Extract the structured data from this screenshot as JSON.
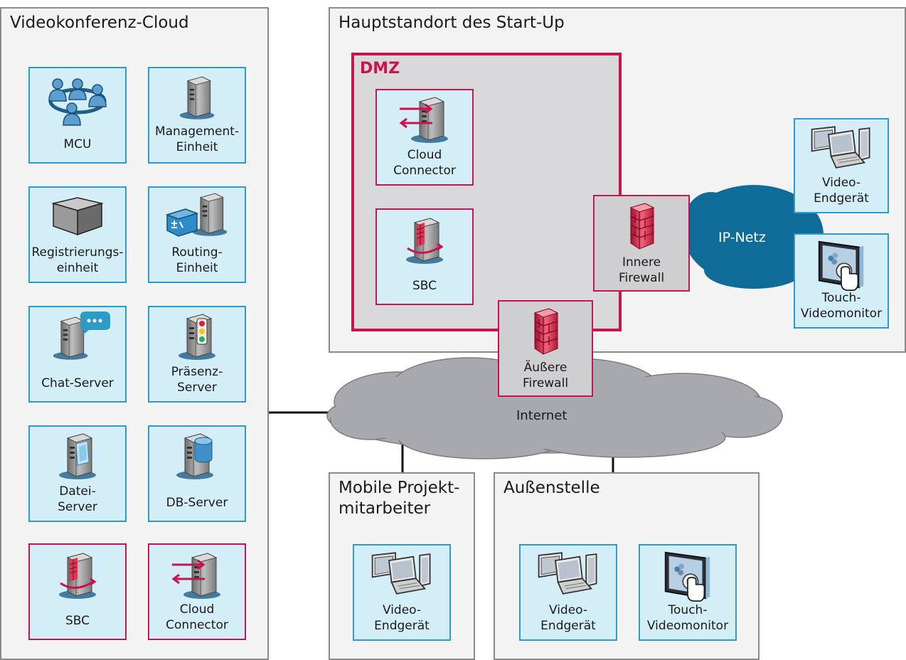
{
  "colors": {
    "accent": "#c8144e",
    "node_border": "#2e9bc6",
    "node_fill": "#d4eef8",
    "ip_net": "#0f6b98",
    "internet": "#a8a9ae"
  },
  "groups": {
    "cloud": "Videokonferenz-Cloud",
    "hq": "Hauptstandort des Start-Up",
    "mobile": "Mobile Projekt-\nmitarbeiter",
    "remote": "Außenstelle"
  },
  "dmz_label": "DMZ",
  "networks": {
    "internet": "Internet",
    "ip": "IP-Netz"
  },
  "cloud_nodes": {
    "mcu": {
      "label": "MCU",
      "icon": "users-icon"
    },
    "management": {
      "label": "Management-\nEinheit",
      "icon": "server-icon"
    },
    "registration": {
      "label": "Registrierungs-\neinheit",
      "icon": "box-icon"
    },
    "routing": {
      "label": "Routing-\nEinheit",
      "icon": "router-server-icon"
    },
    "chat": {
      "label": "Chat-Server",
      "icon": "chat-server-icon"
    },
    "presence": {
      "label": "Präsenz-\nServer",
      "icon": "traffic-light-server-icon"
    },
    "file": {
      "label": "Datei-\nServer",
      "icon": "file-server-icon"
    },
    "db": {
      "label": "DB-Server",
      "icon": "database-server-icon"
    },
    "sbc": {
      "label": "SBC",
      "icon": "sbc-server-icon"
    },
    "connector": {
      "label": "Cloud\nConnector",
      "icon": "connector-server-icon"
    }
  },
  "hq_nodes": {
    "connector": {
      "label": "Cloud\nConnector",
      "icon": "connector-server-icon"
    },
    "sbc": {
      "label": "SBC",
      "icon": "sbc-server-icon"
    },
    "inner_fw": {
      "label": "Innere\nFirewall",
      "icon": "firewall-icon"
    },
    "outer_fw": {
      "label": "Äußere\nFirewall",
      "icon": "firewall-icon"
    },
    "video": {
      "label": "Video-\nEndgerät",
      "icon": "video-device-icon"
    },
    "touch": {
      "label": "Touch-\nVideomonitor",
      "icon": "touch-monitor-icon"
    }
  },
  "mobile_nodes": {
    "video": {
      "label": "Video-\nEndgerät",
      "icon": "video-device-icon"
    }
  },
  "remote_nodes": {
    "video": {
      "label": "Video-\nEndgerät",
      "icon": "video-device-icon"
    },
    "touch": {
      "label": "Touch-\nVideomonitor",
      "icon": "touch-monitor-icon"
    }
  }
}
